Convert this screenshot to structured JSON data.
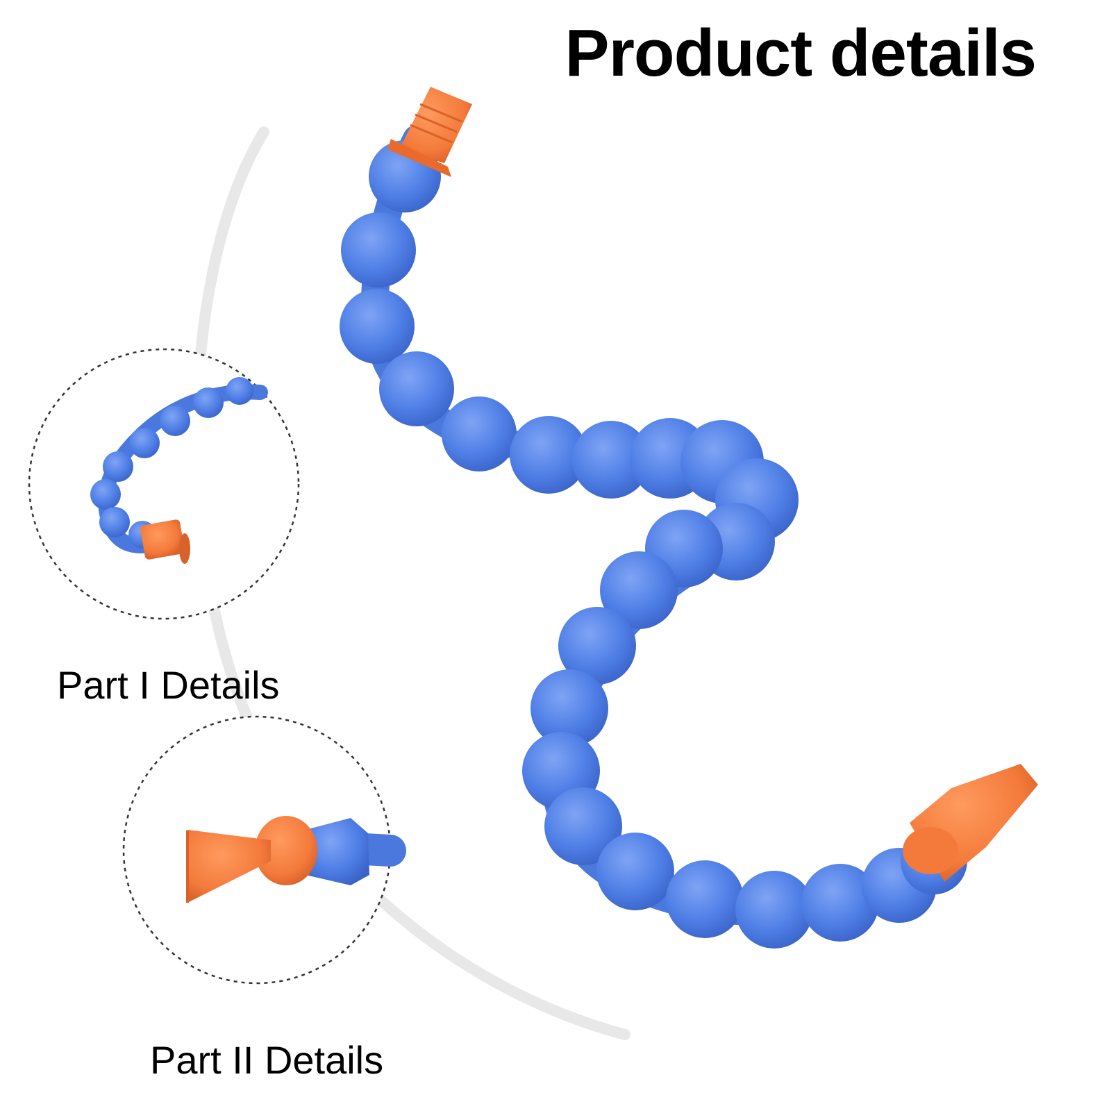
{
  "title": "Product details",
  "detail_captions": {
    "part_one": "Part I Details",
    "part_two": "Part II Details"
  },
  "colors": {
    "hose_blue": "#4f7fe6",
    "nozzle_orange": "#f37a3a",
    "swoosh_gray": "#e8e8e8",
    "dashed_circle": "#333333"
  }
}
